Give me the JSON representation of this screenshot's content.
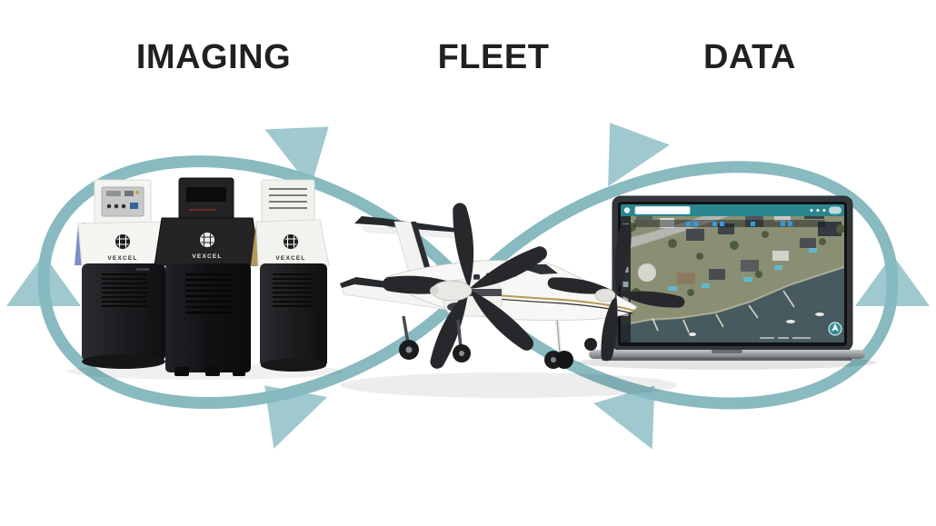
{
  "diagram": {
    "headings": {
      "imaging": "IMAGING",
      "fleet": "FLEET",
      "data": "DATA"
    },
    "camera_brand": "VEXCEL"
  },
  "colors": {
    "background": "#ffffff",
    "heading_text": "#231f20",
    "arc_teal": "#73aeb5",
    "arrowhead_teal": "#85bac1",
    "appbar_teal": "#2a858d",
    "marker_blue": "#2f9ce0",
    "map_water": "#465a5f",
    "map_land": "#8a8f74",
    "stripe_blue": "#7b90c9",
    "stripe_green": "#47806a",
    "stripe_gold": "#b49a55",
    "camera_body": "#1c1c1f",
    "camera_head_white": "#f5f5f2",
    "camera_head_black": "#242427",
    "aircraft_white": "#f7f7f5",
    "propeller_black": "#26282b",
    "laptop_frame": "#33373b"
  }
}
